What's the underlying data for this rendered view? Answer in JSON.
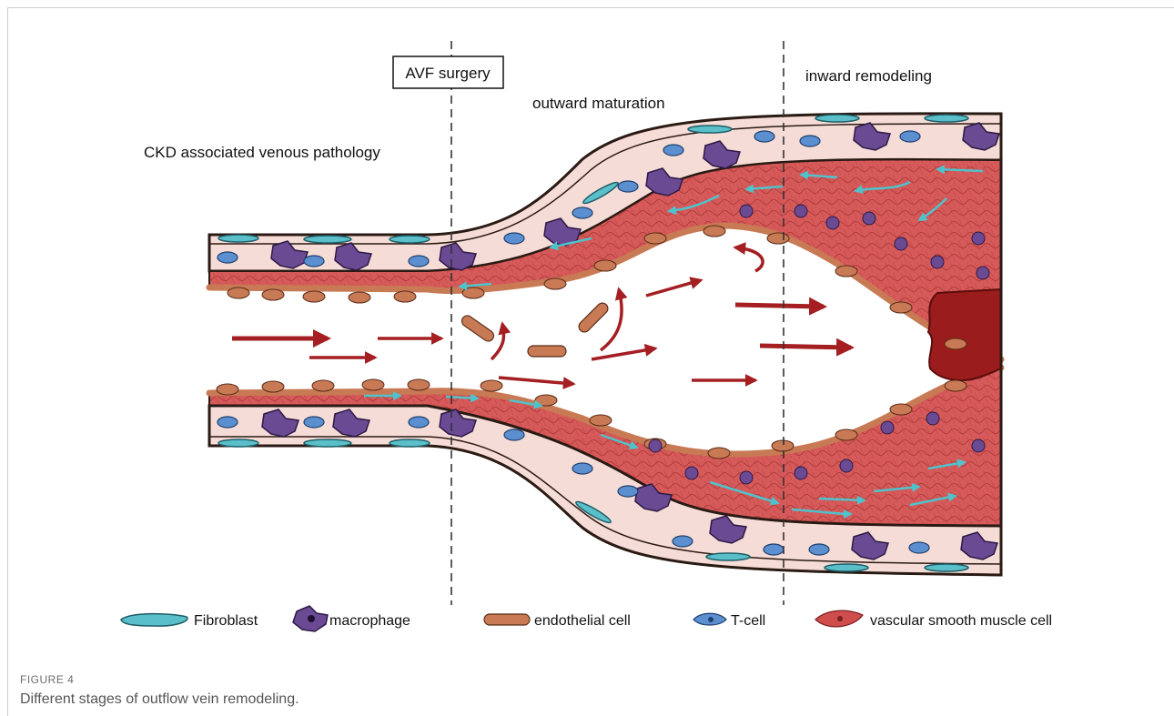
{
  "stages": {
    "ckd": "CKD associated venous pathology",
    "avf": "AVF surgery",
    "outward": "outward maturation",
    "inward": "inward remodeling"
  },
  "legend": {
    "fibroblast": "Fibroblast",
    "macrophage": "macrophage",
    "endothelial": "endothelial cell",
    "tcell": "T-cell",
    "vsmc": "vascular smooth muscle cell"
  },
  "figure": {
    "label": "FIGURE 4",
    "caption": "Different stages of outflow vein remodeling."
  },
  "colors": {
    "fibroblast": "#5bbfca",
    "macrophage": "#6b4a94",
    "endothelial": "#c87a55",
    "tcell": "#5b8fd0",
    "vsmc": "#d04d4d",
    "adventitia": "#f6dcd6",
    "media": "#d65a5a",
    "thrombus": "#9b1c1c",
    "flow_arrow": "#a41e22",
    "migration_arrow": "#4fc3cc",
    "wall_outline": "#2a1a14"
  }
}
